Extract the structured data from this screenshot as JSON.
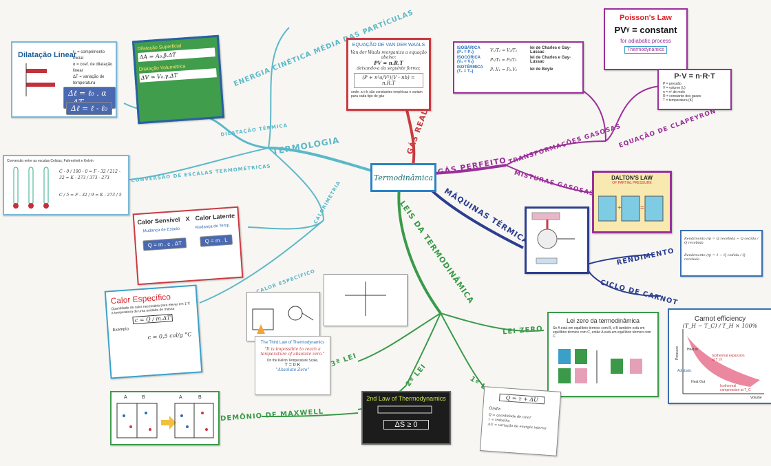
{
  "center": {
    "title": "Termodinâmica"
  },
  "branches": {
    "termologia": "TERMOLOGIA",
    "energia_cinetica": "ENERGIA CINÉTICA MÉDIA DAS PARTÍCULAS",
    "dilatacao_termica": "DILATAÇÃO TÉRMICA",
    "conversao_escalas": "CONVERSÃO DE ESCALAS TERMOMÉTRICAS",
    "calorimetria": "CALORIMETRIA",
    "calor_especifico": "CALOR ESPECÍFICO",
    "gas_real": "GÁS REAL",
    "gas_perfeito": "GÁS PERFEITO",
    "transformacoes": "TRANSFORMAÇÕES GASOSAS",
    "equacao_clapeyron": "EQUAÇÃO DE CLAPEYRON",
    "misturas": "MISTURAS GASOSAS",
    "maquinas": "MÁQUINAS TÉRMICAS",
    "rendimento": "RENDIMENTO",
    "ciclo_carnot": "CICLO DE CARNOT",
    "leis": "LEIS DA TERMODINÂMICA",
    "lei_zero": "LEI ZERO",
    "lei_1": "1ª LEI",
    "lei_2": "2ª LEI",
    "lei_3": "3ª LEI",
    "demonio": "DEMÔNIO DE MAXWELL"
  },
  "colors": {
    "blue": "#2b82c5",
    "teal": "#5bb8c9",
    "red": "#c93a40",
    "purple": "#9b2f9b",
    "navy": "#2c3e8f",
    "green": "#3a9a4a"
  },
  "dilatacao_card": {
    "title": "Dilatação Linear",
    "legend": [
      "ℓ₀ = comprimento inicial",
      "α = coef. de dilatação linear",
      "ΔT = variação de temperatura"
    ],
    "formula1": "Δℓ = ℓ₀ . α . ΔT",
    "formula2": "Δℓ = ℓ - ℓ₀"
  },
  "superficial_card": {
    "title1": "Dilatação Superficial",
    "f1": "ΔA = A₀.β.ΔT",
    "title2": "Dilatação Volumétrica",
    "f2": "ΔV = V₀.γ.ΔT"
  },
  "escalas_card": {
    "title": "Conversão entre as escalas Celsius, Fahrenheit e Kelvin",
    "eq1": "C - 0 / 100 - 0 = F - 32 / 212 - 32 = K - 273 / 373 - 273",
    "eq2": "C / 5 = F - 32 / 9 = K - 273 / 5"
  },
  "vdw_card": {
    "title": "EQUAÇÃO DE VAN DER WAALS",
    "line1": "Van der Waals reorganiza a equação abaixo:",
    "line2": "PV = n.R.T",
    "line3": "deixando-a da seguinte forma:",
    "formula": "(P + n²a/V²)(V - nb) = n.R.T",
    "note": "onde: a e b são constantes empíricas e variam para cada tipo de gás"
  },
  "gases_card": {
    "rows": [
      {
        "name": "ISOBÁRICA",
        "cond": "(P₁ = P₂)",
        "eq": "V₁/T₁ = V₂/T₂",
        "law": "lei de Charles e Gay-Lussac"
      },
      {
        "name": "ISOCÓRICA",
        "cond": "(V₁ = V₂)",
        "eq": "P₁/T₁ = P₂/T₂",
        "law": "lei de Charles e Gay-Lussac"
      },
      {
        "name": "ISOTÉRMICA",
        "cond": "(T₁ = T₂)",
        "eq": "P₁.V₁ = P₂.V₂",
        "law": "lei de Boyle"
      }
    ]
  },
  "poisson_card": {
    "title": "Poisson's Law",
    "formula": "PVᵞ = constant",
    "sub": "for adiabatic process",
    "tag": "Thermodynamics"
  },
  "pv_card": {
    "formula": "P·V = n·R·T",
    "items": [
      "P = pressão",
      "V = volume (L)",
      "n = nº de mols",
      "R = constante dos gases",
      "T = temperatura (K)"
    ]
  },
  "dalton_card": {
    "title": "DALTON'S LAW",
    "subtitle": "OF PARTIAL PRESSURE"
  },
  "rendimento_card": {
    "f1": "Rendimento (η) = Q recebida − Q cedida / Q recebida",
    "f2": "Rendimento (η) = 1 − Q cedida / Q recebida"
  },
  "carnot_card": {
    "title": "Carnot efficiency",
    "formula": "(T_H − T_C) / T_H × 100%",
    "x_label": "Volume",
    "y_label": "Pressure",
    "labels": [
      "Heat in",
      "Isothermal expansion at T_H",
      "Adiabatic",
      "Heat Out",
      "Isothermal compression at T_C"
    ]
  },
  "lei_zero_card": {
    "title": "Lei zero da termodinâmica",
    "text": "Se A está em equilíbrio térmico com B, e B também está em equilíbrio térmico com C, então A está em equilíbrio térmico com C."
  },
  "calor_card": {
    "title1": "Calor Sensível",
    "x": "X",
    "title2": "Calor Latente",
    "s1": "Mudança de Estado",
    "s2": "Mudança de Temp.",
    "f1": "Q = m . c . ΔT",
    "f2": "Q = m . L"
  },
  "calor_esp_card": {
    "title": "Calor Específico",
    "text": "Quantidade de calor necessária para elevar em 1°C a temperatura de uma unidade de massa",
    "formula": "c = Q / m.ΔT",
    "example": "Exemplo",
    "result": "c = 0,5 cal/g °C"
  },
  "third_law_card": {
    "title": "The Third Law of Thermodynamics",
    "quote": "\"It is impossible to reach a temperature of absolute zero.\"",
    "scale": "On the Kelvin Temperature Scale,",
    "tk": "T = 0 K",
    "az": "\"Absolute Zero\""
  },
  "second_law_card": {
    "title": "2nd Law of Thermodynamics",
    "formula": "ΔS ≥ 0"
  },
  "first_law_card": {
    "formula": "Q = τ + ΔU",
    "onde": "Onde:",
    "items": [
      "Q = quantidade de calor",
      "τ = trabalho",
      "ΔU = variação de energia interna"
    ]
  },
  "maxwell_card": {
    "a": "A",
    "b": "B"
  }
}
